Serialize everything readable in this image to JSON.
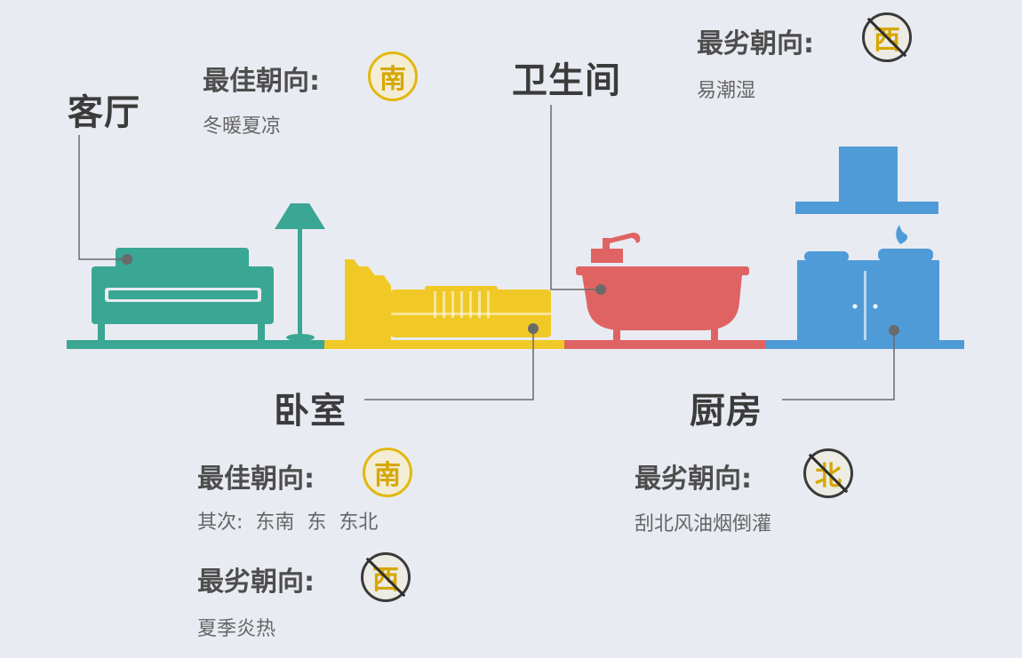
{
  "living_room": {
    "title": "客厅",
    "best_label": "最佳朝向:",
    "best_dir": "南",
    "note": "冬暖夏凉"
  },
  "bathroom": {
    "title": "卫生间",
    "worst_label": "最劣朝向:",
    "worst_dir": "西",
    "note": "易潮湿"
  },
  "bedroom": {
    "title": "卧室",
    "best_label": "最佳朝向:",
    "best_dir": "南",
    "secondary": "其次:  东南  东  东北",
    "worst_label": "最劣朝向:",
    "worst_dir": "西",
    "worst_note": "夏季炎热"
  },
  "kitchen": {
    "title": "厨房",
    "worst_label": "最劣朝向:",
    "worst_dir": "北",
    "note": "刮北风油烟倒灌"
  },
  "colors": {
    "living": "#3aa694",
    "bedroom": "#f0c926",
    "bathroom": "#e06363",
    "kitchen": "#4f9bd8",
    "gold": "#e2b80f"
  }
}
